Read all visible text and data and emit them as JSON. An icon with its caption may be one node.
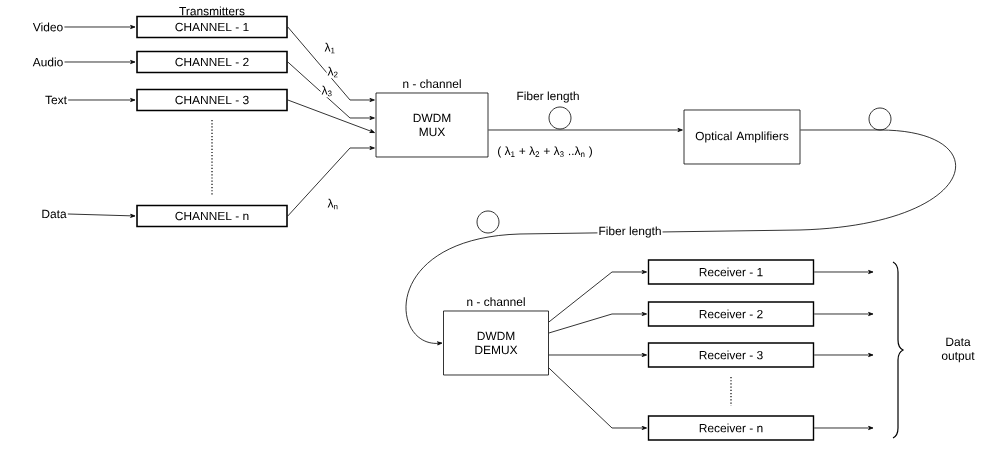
{
  "diagram": {
    "nodes": [
      {
        "text": [
          "Video"
        ]
      },
      {
        "text": [
          "Audio"
        ]
      },
      {
        "text": [
          "Text"
        ]
      },
      {
        "text": [
          "Data"
        ]
      },
      {
        "text": [
          "CHANNEL - 1"
        ]
      },
      {
        "text": [
          "CHANNEL - 2"
        ]
      },
      {
        "text": [
          "CHANNEL - 3"
        ]
      },
      {
        "text": [
          "CHANNEL - n"
        ]
      },
      {
        "text": [
          "DWDM MUX"
        ],
        "beside": [
          "n - channel"
        ]
      },
      {
        "text": [
          "Optical Amplifiers"
        ]
      },
      {
        "text": [
          "DWDM DEMUX"
        ],
        "beside": [
          "n - channel"
        ]
      },
      {
        "text": [
          "Receiver - 1"
        ]
      },
      {
        "text": [
          "Receiver - 2"
        ]
      },
      {
        "text": [
          "Receiver - 3"
        ]
      },
      {
        "text": [
          "Receiver - n"
        ]
      }
    ],
    "edges": [
      {
        "from": 0,
        "to": 4,
        "arrow": "to"
      },
      {
        "from": 1,
        "to": 5,
        "arrow": "to"
      },
      {
        "from": 2,
        "to": 6,
        "arrow": "to"
      },
      {
        "from": 3,
        "to": 7,
        "arrow": "to"
      },
      {
        "from": 4,
        "to": 8,
        "arrow": "to",
        "label": "λ$_{1}$"
      },
      {
        "from": 5,
        "to": 8,
        "arrow": "to",
        "label": "λ$_{2}$"
      },
      {
        "from": 6,
        "to": 8,
        "arrow": "to",
        "label": "λ$_{3}$"
      },
      {
        "from": 7,
        "to": 8,
        "arrow": "to",
        "label": "λ$_{n}$"
      },
      {
        "from": 8,
        "to": 9,
        "arrow": "to",
        "label": "Fiber length"
      },
      {
        "from": 9,
        "to": 10,
        "arrow": "to",
        "label": "Fiber length"
      },
      {
        "from": 10,
        "to": 11,
        "arrow": "to"
      },
      {
        "from": 10,
        "to": 12,
        "arrow": "to"
      },
      {
        "from": 10,
        "to": 13,
        "arrow": "to"
      },
      {
        "from": 10,
        "to": 14,
        "arrow": "to"
      },
      {
        "from": 11,
        "to": null,
        "arrow": "to"
      },
      {
        "from": 12,
        "to": null,
        "arrow": "to"
      },
      {
        "from": 13,
        "to": null,
        "arrow": "to"
      },
      {
        "from": 14,
        "to": null,
        "arrow": "to"
      }
    ],
    "labels": [
      "Transmitters",
      "( λ$_{1}$ + λ$_{2}$ + λ$_{3}$ ..λ$_{n}$ )",
      "Data output"
    ]
  }
}
